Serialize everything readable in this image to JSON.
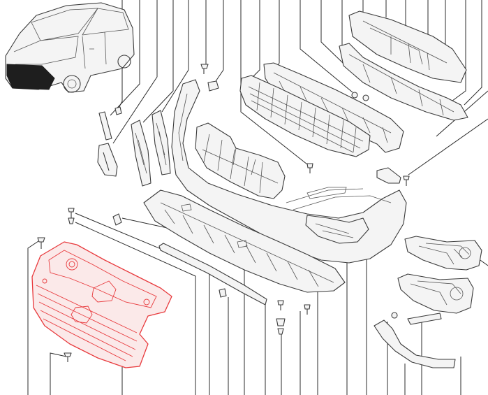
{
  "diagram": {
    "kind": "exploded-parts-view",
    "highlight_color": "#e8393c",
    "line_color": "#2b2b2b",
    "highlighted_part": "front-grille",
    "parts": [
      "vehicle-thumbnail",
      "front-bumper-cover",
      "upper-grille-insert",
      "bumper-reinforcement",
      "energy-absorber",
      "lower-air-deflector",
      "front-grille",
      "left-fog-lamp",
      "right-fog-lamp",
      "fog-lamp-trim",
      "bumper-trim-strip",
      "side-brackets"
    ]
  }
}
